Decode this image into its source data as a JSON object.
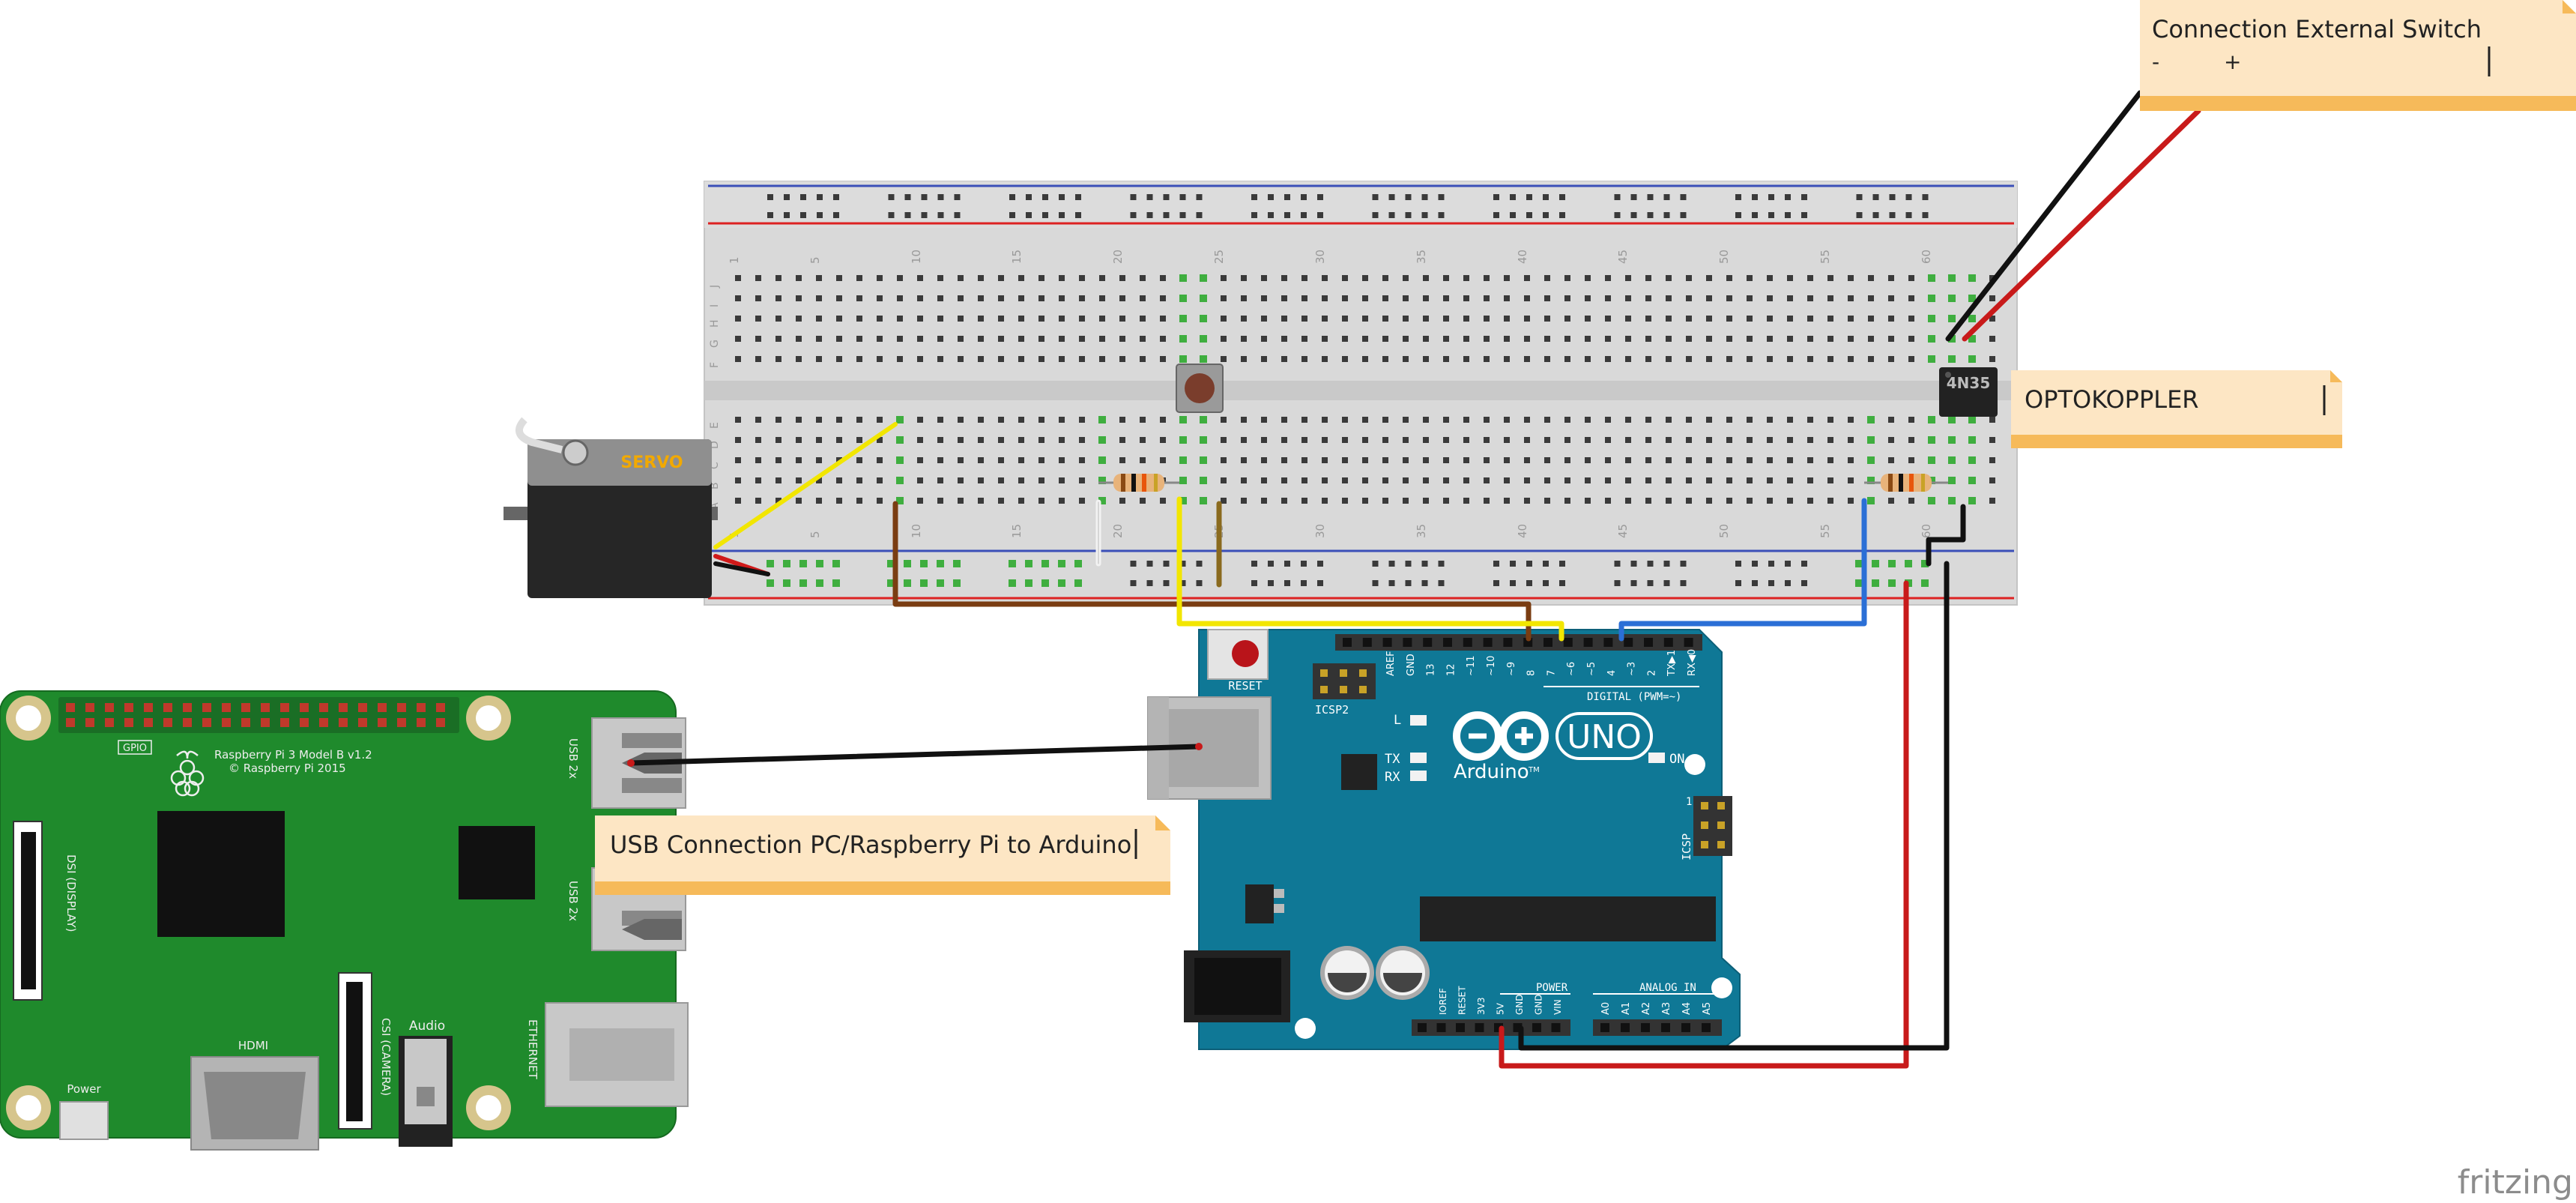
{
  "notes": {
    "external_switch_title": "Connection External Switch",
    "external_switch_minus": "-",
    "external_switch_plus": "+",
    "optokoppler": "OPTOKOPPLER",
    "usb_connection": "USB Connection PC/Raspberry Pi to Arduino"
  },
  "breadboard": {
    "column_numbers": [
      "1",
      "5",
      "10",
      "15",
      "20",
      "25",
      "30",
      "35",
      "40",
      "45",
      "50",
      "55",
      "60"
    ],
    "row_letters_top": [
      "J",
      "I",
      "H",
      "G",
      "F"
    ],
    "row_letters_bottom": [
      "E",
      "D",
      "C",
      "B",
      "A"
    ]
  },
  "servo": {
    "label": "SERVO"
  },
  "optocoupler": {
    "label": "4N35"
  },
  "raspberry_pi": {
    "model": "Raspberry Pi 3 Model B v1.2",
    "copyright": "© Raspberry Pi 2015",
    "gpio": "GPIO",
    "usb_top": "USB 2x",
    "usb_bottom": "USB 2x",
    "dsi": "DSI (DISPLAY)",
    "csi": "CSI (CAMERA)",
    "hdmi": "HDMI",
    "audio": "Audio",
    "ethernet": "ETHERNET",
    "power": "Power"
  },
  "arduino": {
    "reset": "RESET",
    "icsp2": "ICSP2",
    "icsp": "ICSP",
    "brand": "Arduino",
    "model": "UNO",
    "tm": "TM",
    "digital": "DIGITAL (PWM=~)",
    "on": "ON",
    "l": "L",
    "tx": "TX",
    "rx": "RX",
    "power_header": "POWER",
    "analog_header": "ANALOG IN",
    "icsp_pin1": "1",
    "digital_pins": [
      "AREF",
      "GND",
      "13",
      "12",
      "~11",
      "~10",
      "~9",
      "8",
      "7",
      "~6",
      "~5",
      "4",
      "~3",
      "2",
      "TX▶1",
      "RX◀0"
    ],
    "power_pins": [
      "IOREF",
      "RESET",
      "3V3",
      "5V",
      "GND",
      "GND",
      "VIN"
    ],
    "analog_pins": [
      "A0",
      "A1",
      "A2",
      "A3",
      "A4",
      "A5"
    ]
  },
  "watermark": "fritzing"
}
